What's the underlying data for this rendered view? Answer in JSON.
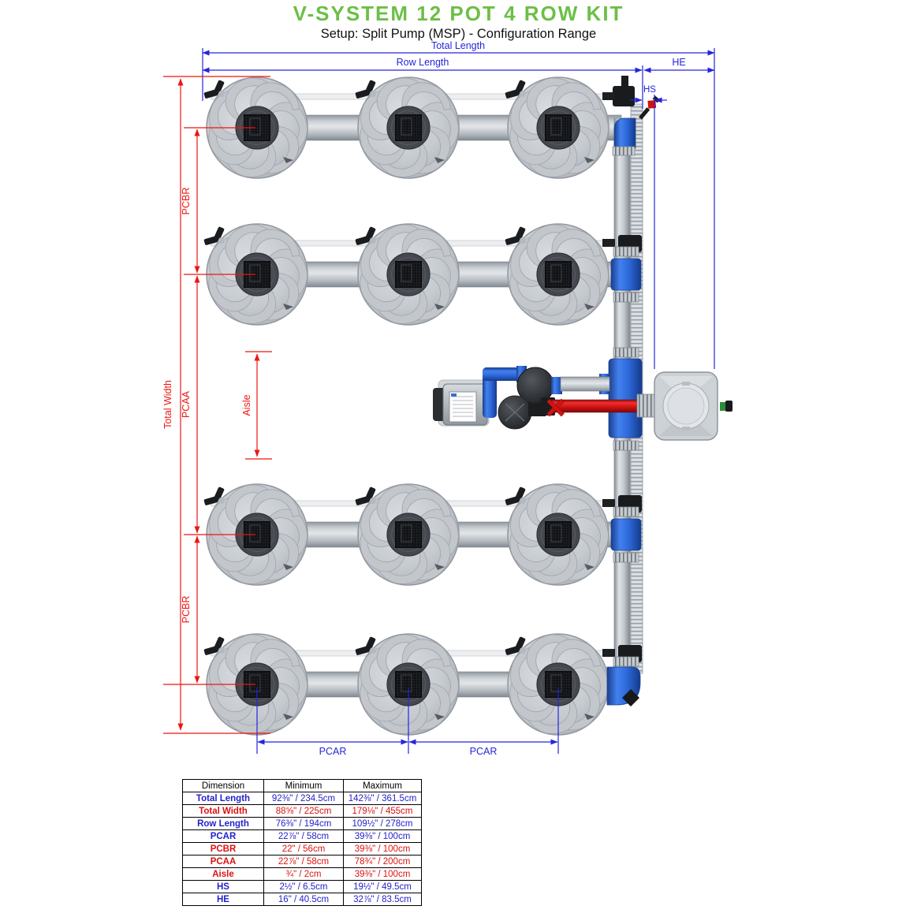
{
  "header": {
    "title": "V-SYSTEM 12 POT 4 ROW KIT",
    "subtitle": "Setup: Split Pump (MSP) - Configuration Range"
  },
  "colors": {
    "accent_green": "#6cbf45",
    "dimension_blue": "#2525dd",
    "dimension_red": "#ee1511",
    "table_blue": "#2222cc",
    "table_red": "#dd1111",
    "fitting_blue": "#2d68d8",
    "pipe_red": "#d41414"
  },
  "diagram": {
    "labels": {
      "total_length": "Total Length",
      "row_length": "Row Length",
      "he": "HE",
      "hs": "HS",
      "total_width": "Total Width",
      "pcbr_top": "PCBR",
      "pcaa": "PCAA",
      "aisle": "Aisle",
      "pcbr_bottom": "PCBR",
      "pcar_left": "PCAR",
      "pcar_right": "PCAR"
    },
    "pot_count": "12",
    "row_count": "4"
  },
  "table": {
    "headers": [
      "Dimension",
      "Minimum",
      "Maximum"
    ],
    "rows": [
      {
        "label": "Total Length",
        "min": "92⅜\" / 234.5cm",
        "max": "142⅜\" / 361.5cm",
        "color": "blue"
      },
      {
        "label": "Total Width",
        "min": "88⅝\" / 225cm",
        "max": "179⅛\" / 455cm",
        "color": "red"
      },
      {
        "label": "Row Length",
        "min": "76⅜\" / 194cm",
        "max": "109½\" / 278cm",
        "color": "blue"
      },
      {
        "label": "PCAR",
        "min": "22⅞\" / 58cm",
        "max": "39⅜\" / 100cm",
        "color": "blue"
      },
      {
        "label": "PCBR",
        "min": "22\" / 56cm",
        "max": "39⅜\" / 100cm",
        "color": "red"
      },
      {
        "label": "PCAA",
        "min": "22⅞\" / 58cm",
        "max": "78¾\" / 200cm",
        "color": "red"
      },
      {
        "label": "Aisle",
        "min": "¾\" / 2cm",
        "max": "39⅜\" / 100cm",
        "color": "red"
      },
      {
        "label": "HS",
        "min": "2½\" / 6.5cm",
        "max": "19½\" / 49.5cm",
        "color": "blue"
      },
      {
        "label": "HE",
        "min": "16\" / 40.5cm",
        "max": "32⅞\" / 83.5cm",
        "color": "blue"
      }
    ]
  }
}
